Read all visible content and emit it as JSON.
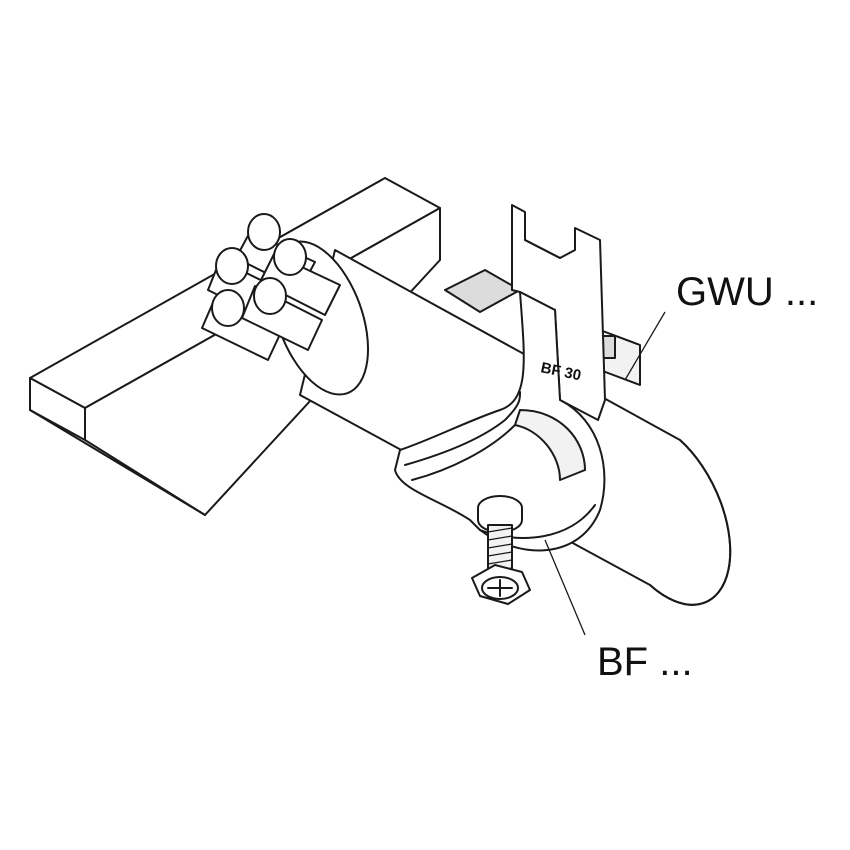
{
  "labels": {
    "gwu": "GWU ...",
    "bf": "BF ...",
    "stamp": "BF 30"
  },
  "colors": {
    "ink": "#1a1a1a",
    "background": "#ffffff"
  }
}
